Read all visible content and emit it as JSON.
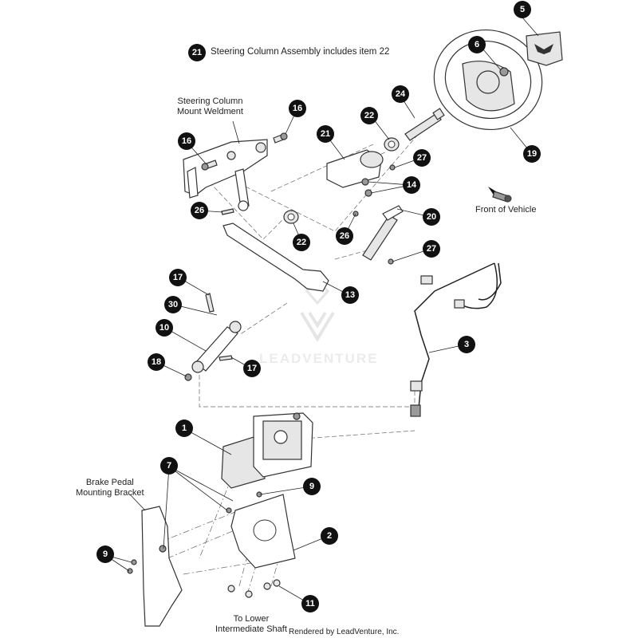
{
  "notes": {
    "assembly_callout": "21",
    "assembly_note": "Steering Column Assembly includes item 22"
  },
  "labels": {
    "mount_weldment": "Steering Column\nMount Weldment",
    "front_of_vehicle": "Front of Vehicle",
    "brake_bracket": "Brake Pedal\nMounting Bracket",
    "lower_shaft": "To Lower\nIntermediate Shaft",
    "rendered_by": "Rendered by LeadVenture, Inc.",
    "watermark": "LEADVENTURE"
  },
  "callouts": [
    "5",
    "6",
    "21",
    "24",
    "22",
    "16",
    "16",
    "21",
    "27",
    "14",
    "19",
    "26",
    "22",
    "26",
    "20",
    "27",
    "13",
    "17",
    "30",
    "3",
    "10",
    "18",
    "17",
    "1",
    "7",
    "9",
    "2",
    "9",
    "11"
  ]
}
